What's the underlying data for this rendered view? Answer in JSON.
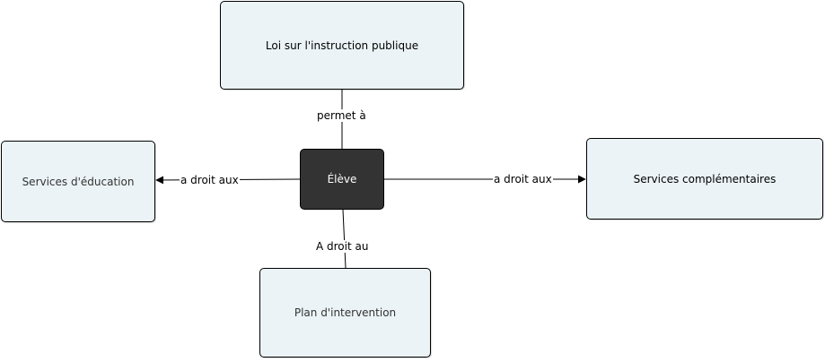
{
  "diagram": {
    "nodes": {
      "law": "Loi sur l'instruction publique",
      "eleve": "Élève",
      "education": "Services d'éducation",
      "complementary": "Services complémentaires",
      "plan": "Plan d'intervention"
    },
    "links": {
      "law_to_eleve": "permet à",
      "eleve_to_education": "a droit aux",
      "eleve_to_complementary": "a droit aux",
      "eleve_to_plan": "A droit au"
    },
    "colors": {
      "node_fill": "#ebf3f6",
      "central_fill": "#333333",
      "central_text": "#ffffff",
      "line": "#000000"
    }
  }
}
